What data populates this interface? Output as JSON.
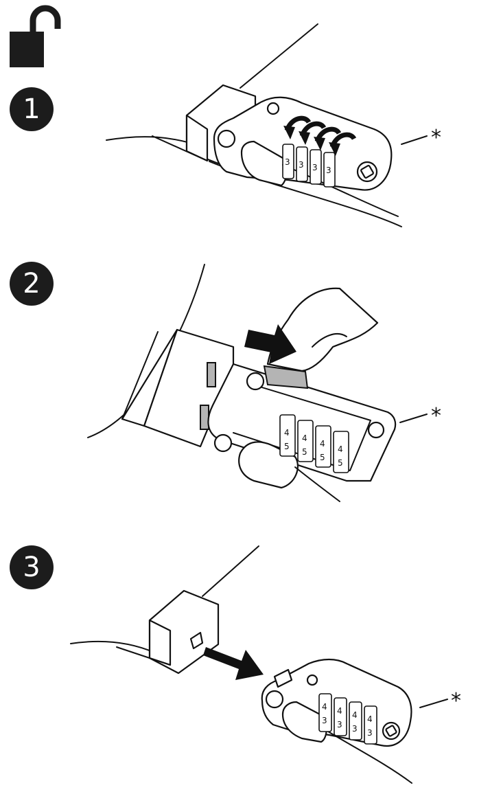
{
  "steps": [
    {
      "number": "1",
      "marker": "*"
    },
    {
      "number": "2",
      "marker": "*"
    },
    {
      "number": "3",
      "marker": "*"
    }
  ],
  "icons": {
    "header": "unlocked-padlock-icon",
    "arrow_turn": "curved-arrow-icon",
    "arrow_push": "push-arrow-icon",
    "arrow_pull": "pull-arrow-icon"
  },
  "wheel_digits": {
    "step1": [
      "3",
      "3",
      "3",
      "3"
    ],
    "step2": [
      "4",
      "5",
      "4",
      "5",
      "4",
      "5",
      "4",
      "5"
    ],
    "step3": [
      "4",
      "3",
      "4",
      "3",
      "4",
      "3",
      "4",
      "3"
    ]
  }
}
